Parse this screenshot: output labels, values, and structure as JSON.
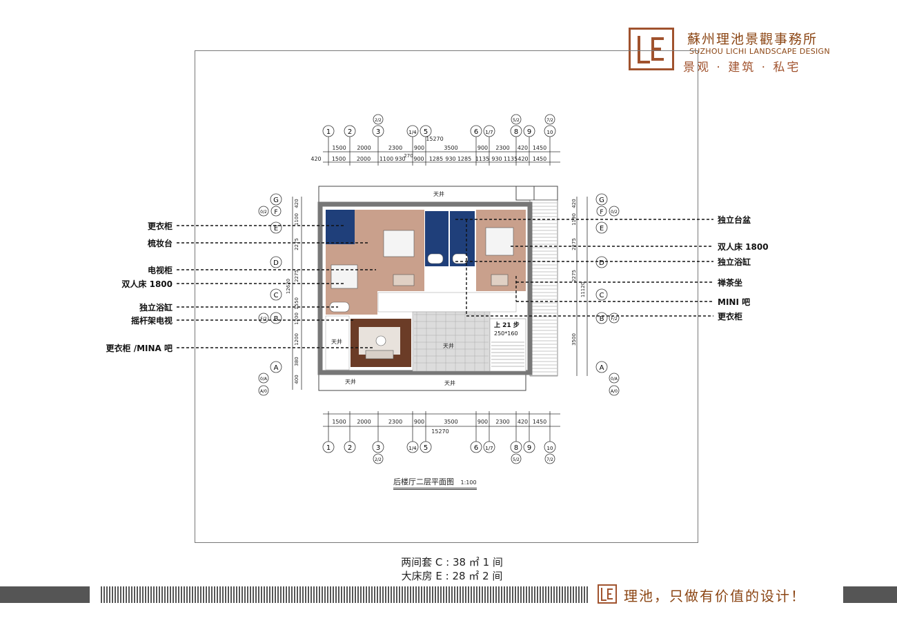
{
  "brand": {
    "name_cn": "蘇州理池景觀事務所",
    "name_en": "SUZHOU LICHI LANDSCAPE DESIGN",
    "tagline": "景观 · 建筑 · 私宅",
    "logo_icon": "lc-monogram-icon",
    "color": "#8b4513"
  },
  "plan": {
    "title": "后楼厅二层平面图",
    "scale": "1:100",
    "grid_top": [
      "1",
      "2",
      "3",
      "1/4",
      "5",
      "6",
      "1/7",
      "8",
      "9",
      "10"
    ],
    "grid_top_sub": [
      "2/2",
      "5/2",
      "7/2"
    ],
    "dims_top_row1": [
      "1500",
      "2000",
      "2300",
      "900",
      "3500",
      "900",
      "2300",
      "420",
      "1450"
    ],
    "dims_top_row2": [
      "420",
      "1500",
      "2000",
      "1100",
      "930",
      "900",
      "1285",
      "930",
      "1285",
      "1135",
      "930",
      "1135",
      "420",
      "1450"
    ],
    "dim_total": "15270",
    "dim_mid": "270",
    "grid_side": [
      "G",
      "F",
      "E",
      "D",
      "C",
      "B",
      "A"
    ],
    "grid_side_sub": [
      "0/2",
      "F/2",
      "0/A",
      "A/0"
    ],
    "dims_left": [
      "420",
      "1100",
      "2275",
      "2275",
      "1550",
      "1200",
      "1200",
      "380",
      "400"
    ],
    "dims_left_total": "12620",
    "dims_right": [
      "420",
      "1190",
      "2275",
      "2275",
      "11120",
      "3500"
    ],
    "room_labels": [
      "天井",
      "天井",
      "天井",
      "天井",
      "天井"
    ],
    "stair_note": "上 21 步",
    "stair_dim": "250*160",
    "dims_bottom": [
      "1500",
      "2000",
      "2300",
      "900",
      "3500",
      "900",
      "2300",
      "420",
      "1450"
    ],
    "colors": {
      "wood": "#c9a08c",
      "bath": "#1f3f7a",
      "dark_wood": "#6b3c27",
      "grey": "#999999",
      "wall": "#7a7a7a"
    }
  },
  "callouts_left": [
    "更衣柜",
    "梳妆台",
    "电视柜",
    "双人床 1800",
    "独立浴缸",
    "摇杆架电视",
    "更衣柜 /MINA 吧"
  ],
  "callouts_right": [
    "独立台盆",
    "双人床 1800",
    "独立浴缸",
    "禅茶坐",
    "MINI 吧",
    "更衣柜"
  ],
  "summary": {
    "line1": "两间套 C : 38 ㎡ 1 间",
    "line2": "大床房 E : 28 ㎡ 2 间"
  },
  "footer": {
    "slogan": "理池，只做有价值的设计！"
  }
}
